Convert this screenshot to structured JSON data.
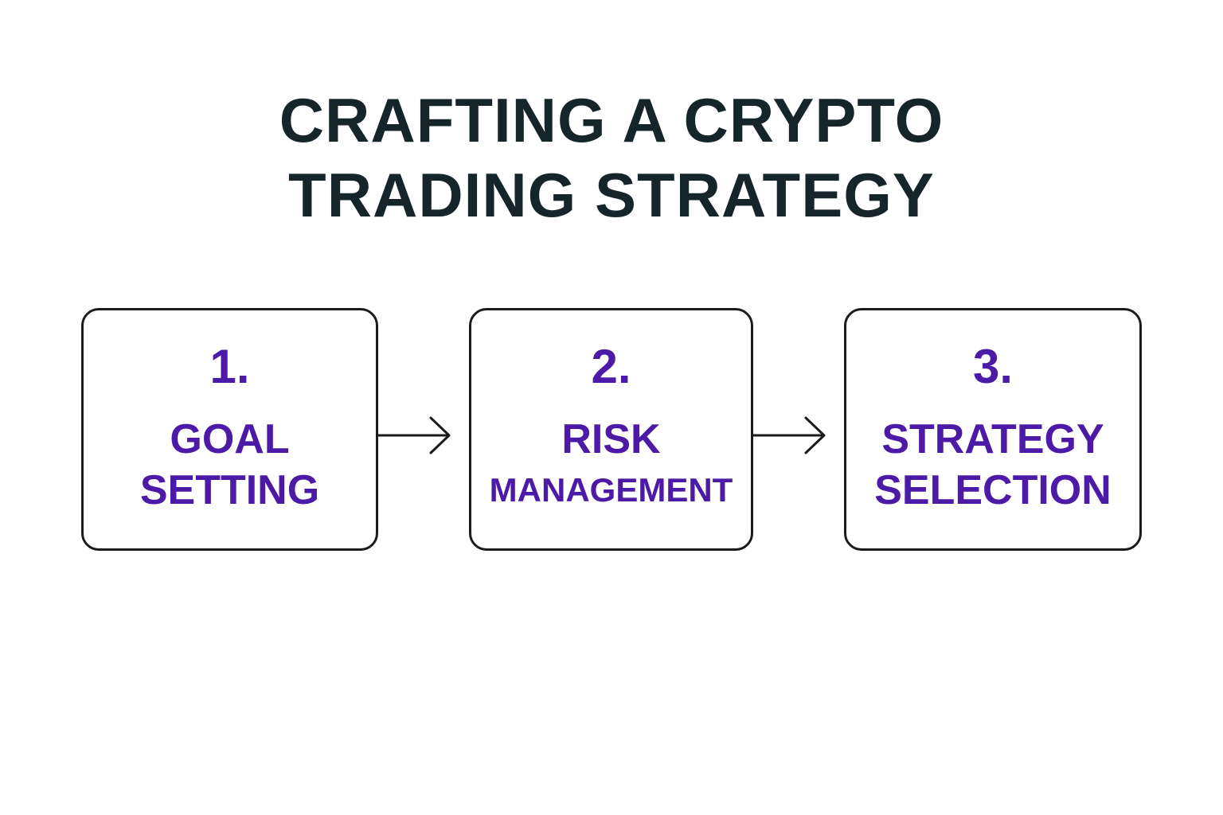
{
  "title": {
    "line1": "CRAFTING A CRYPTO",
    "line2": "TRADING STRATEGY"
  },
  "steps": [
    {
      "number": "1.",
      "label_line1": "GOAL",
      "label_line2": "SETTING"
    },
    {
      "number": "2.",
      "label_line1": "RISK",
      "label_line2": "MANAGEMENT"
    },
    {
      "number": "3.",
      "label_line1": "STRATEGY",
      "label_line2": "SELECTION"
    }
  ],
  "colors": {
    "title": "#15252a",
    "step_text": "#4b1aa6",
    "border": "#1b1b1b",
    "background": "#ffffff"
  }
}
